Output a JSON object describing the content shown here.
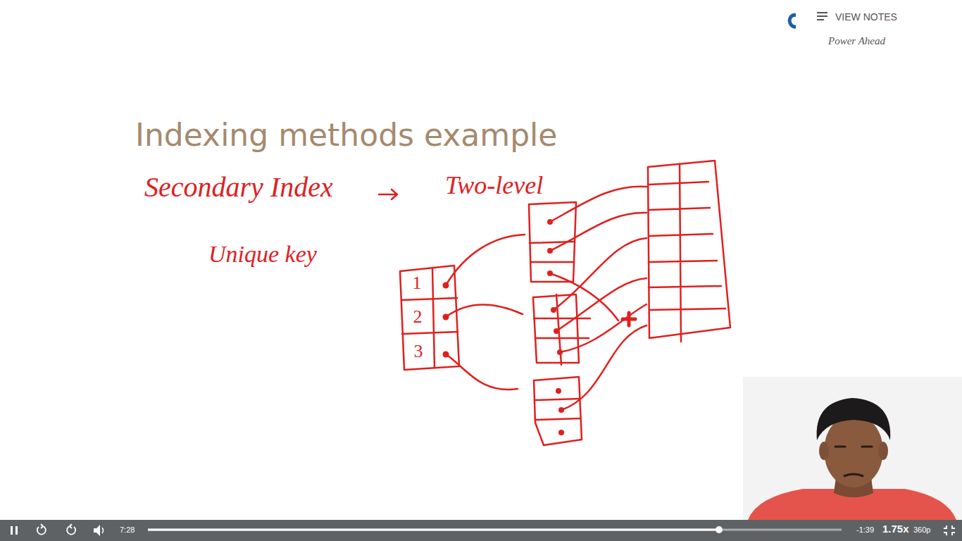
{
  "diagram": {
    "title": "Indexing methods example",
    "nodes": [
      {
        "text": [
          "VIEW NOTES"
        ]
      }
    ],
    "labels": [
      "Secondary Index",
      "Two-level",
      "Unique key",
      "1",
      "2",
      "3",
      "Power Ahead",
      "7:28",
      "-1:39",
      "1.75x",
      "360p"
    ]
  }
}
